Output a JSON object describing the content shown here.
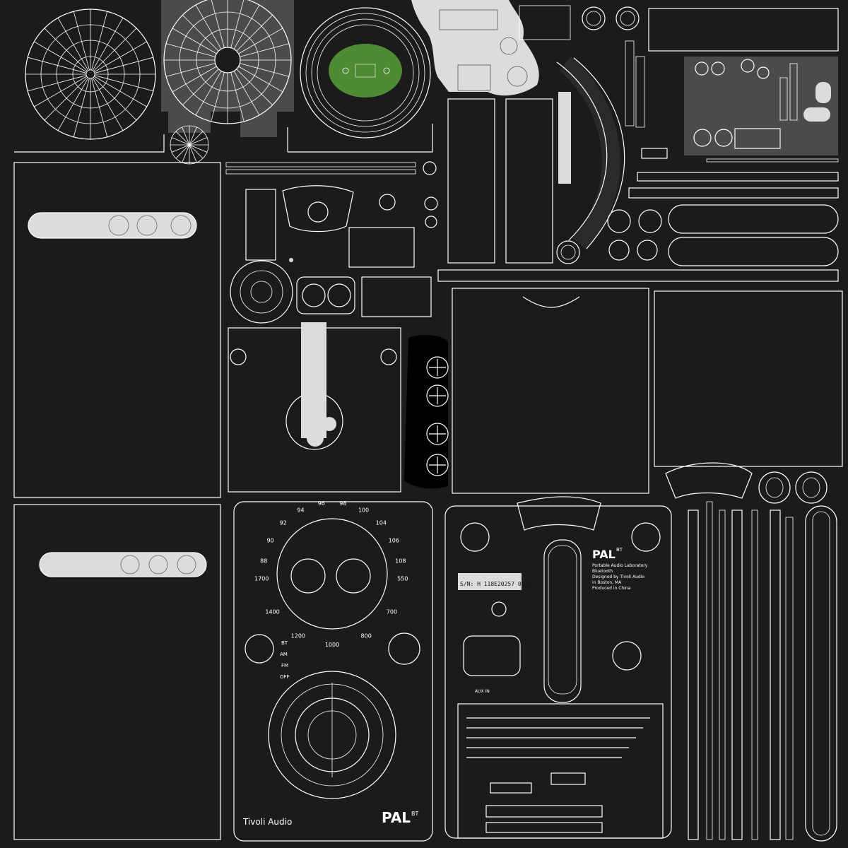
{
  "title": "",
  "texture": {
    "brand_text": "Tivoli Audio",
    "model_text": "PAL",
    "model_superscript": "BT",
    "fm_scale_upper": [
      "88",
      "90",
      "92",
      "94",
      "96",
      "98",
      "100",
      "104",
      "106",
      "108"
    ],
    "am_scale_lower": [
      "550",
      "700",
      "800",
      "1000",
      "1200",
      "1400",
      "1700"
    ],
    "selector_labels": [
      "BT",
      "AM",
      "FM",
      "OFF"
    ],
    "back_label_lines": [
      "Portable Audio Laboratory",
      "Bluetooth",
      "Designed by Tivoli Audio",
      "in Boston, MA",
      "Produced in China"
    ],
    "serial_text": "S/N: H 118E20257 0821",
    "aux_label": "AUX IN",
    "colors": {
      "background": "#1b1b1b",
      "wire": "#ffffff",
      "island_gray": "#4b4b4b",
      "light_fill": "#dcdcdc",
      "speaker_green": "#4f8a34"
    }
  }
}
